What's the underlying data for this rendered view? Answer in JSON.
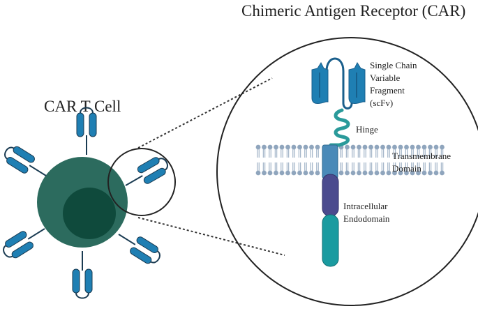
{
  "diagram": {
    "title": "Chimeric Antigen Receptor (CAR)",
    "cell_label": "CAR T Cell",
    "parts": {
      "scfv": [
        "Single Chain",
        "Variable",
        "Fragment",
        "(scFv)"
      ],
      "hinge": [
        "Hinge"
      ],
      "transmembrane": [
        "Transmembrane",
        "Domain"
      ],
      "intracellular": [
        "Intracellular",
        "Endodomain"
      ]
    },
    "colors": {
      "cell_body": "#2c6b5e",
      "nucleus": "#0f4a3c",
      "receptor_blue": "#1f7fb3",
      "receptor_dark": "#1a5f8c",
      "hinge_teal": "#2a9a9a",
      "transmembrane_blue": "#4a8ab8",
      "intracellular_purple": "#4b4b8e",
      "intracellular_teal": "#1a9ba0",
      "membrane_lipid": "#8fa5bd"
    }
  }
}
